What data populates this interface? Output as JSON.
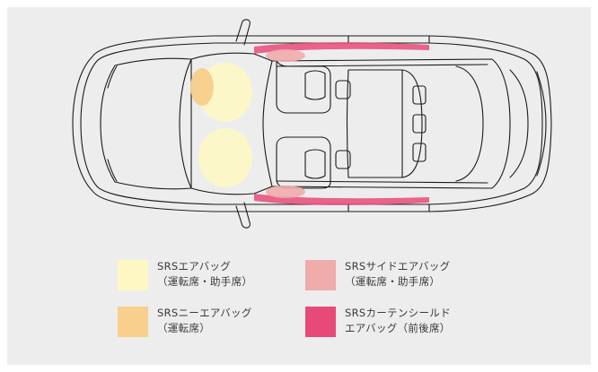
{
  "colors": {
    "background": "#ededed",
    "front_airbag": "#fdf7c4",
    "knee_airbag": "#f8cf8c",
    "side_airbag": "#f0abab",
    "curtain_airbag": "#e84a78",
    "outline": "#1a1a1a"
  },
  "legend": [
    {
      "name": "front-airbag",
      "color": "#fdf7c4",
      "line1": "SRSエアバッグ",
      "line2": "（運転席・助手席）"
    },
    {
      "name": "knee-airbag",
      "color": "#f8cf8c",
      "line1": "SRSニーエアバッグ",
      "line2": "（運転席）"
    },
    {
      "name": "side-airbag",
      "color": "#f0abab",
      "line1": "SRSサイドエアバッグ",
      "line2": "（運転席・助手席）"
    },
    {
      "name": "curtain-airbag",
      "color": "#e84a78",
      "line1": "SRSカーテンシールド",
      "line2": "エアバッグ（前後席）"
    }
  ]
}
